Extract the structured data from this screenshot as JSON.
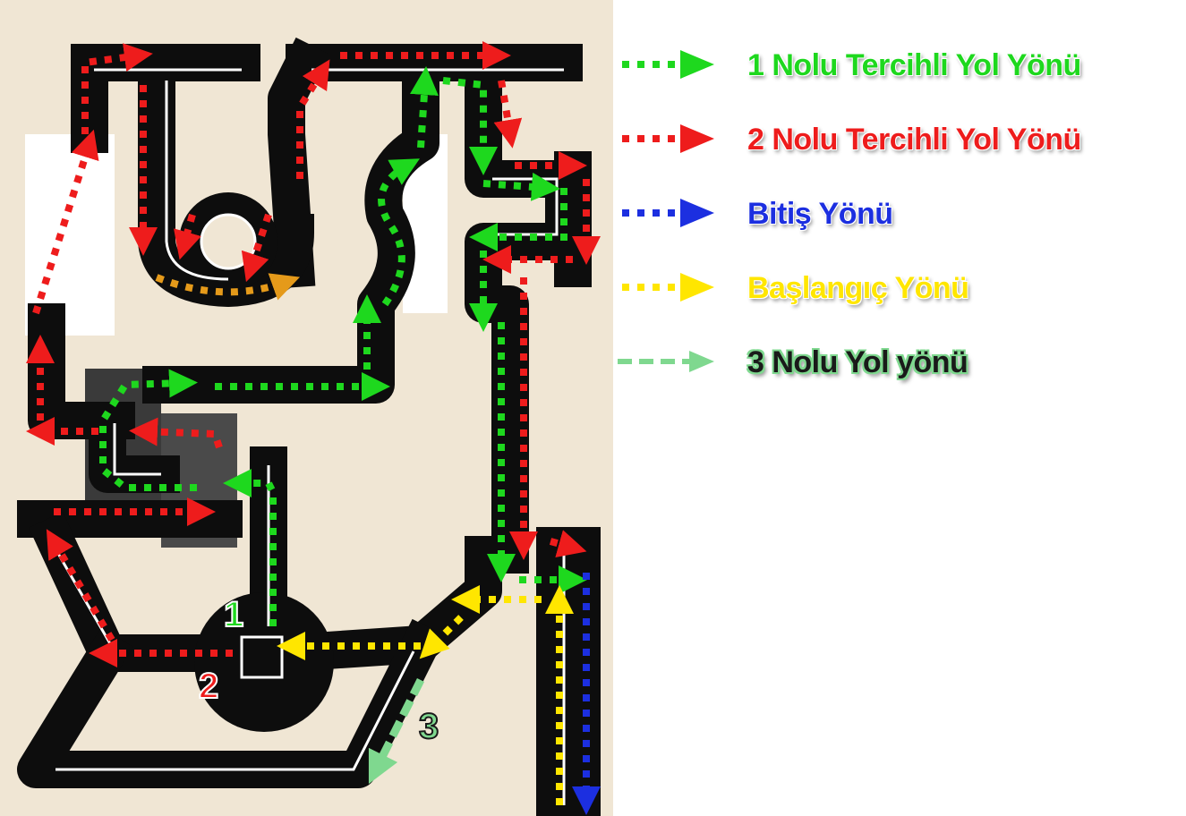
{
  "colors": {
    "background": "#f0e6d4",
    "track": "#0d0d0d",
    "track_line": "#ffffff",
    "dark_zone": "#3a3a3a",
    "route1": "#1ed81e",
    "route2": "#ee1c1c",
    "finish": "#1c2fe0",
    "start": "#ffe600",
    "route3": "#7fd88f",
    "orange": "#e59a1a"
  },
  "legend": [
    {
      "label": "1 Nolu Tercihli Yol Yönü",
      "color": "#1ed81e",
      "style": "dotted-arrow"
    },
    {
      "label": "2 Nolu Tercihli Yol Yönü",
      "color": "#ee1c1c",
      "style": "dotted-arrow"
    },
    {
      "label": "Bitiş Yönü",
      "color": "#1c2fe0",
      "style": "dotted-arrow"
    },
    {
      "label": "Başlangıç Yönü",
      "color": "#ffe600",
      "style": "dotted-arrow"
    },
    {
      "label": "3 Nolu Yol yönü",
      "color": "#7fd88f",
      "style": "dashed-arrow"
    }
  ],
  "map_labels": {
    "route1_number": "1",
    "route2_number": "2",
    "route3_number": "3"
  }
}
